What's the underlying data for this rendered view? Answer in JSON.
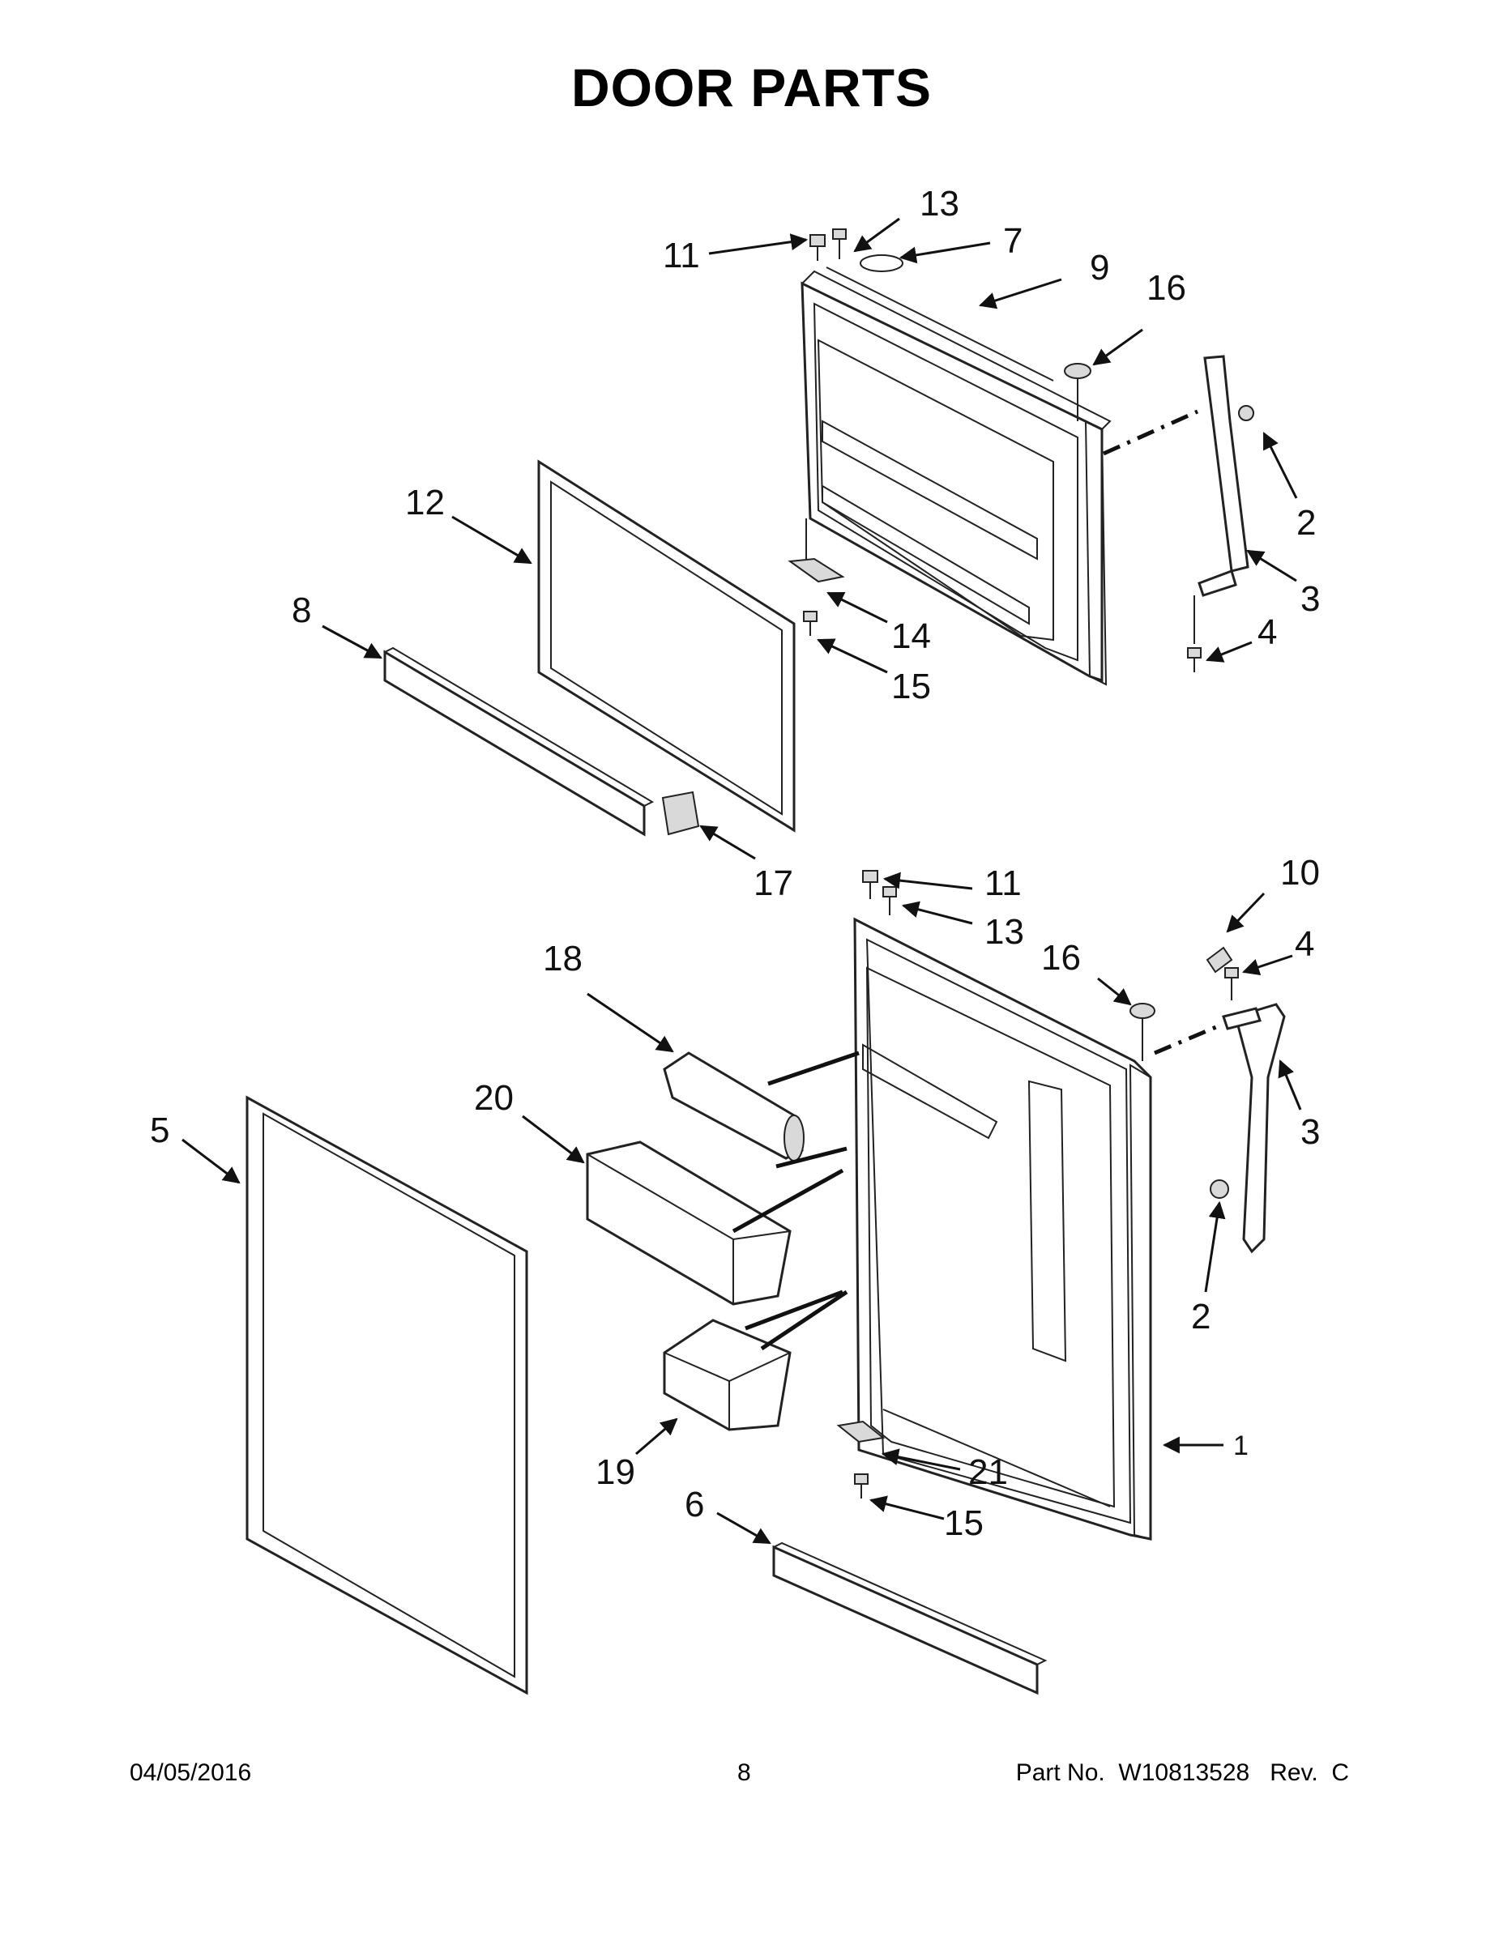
{
  "title": "DOOR PARTS",
  "callouts": {
    "c1": "1",
    "c2a": "2",
    "c2b": "2",
    "c3a": "3",
    "c3b": "3",
    "c4a": "4",
    "c4b": "4",
    "c5": "5",
    "c6": "6",
    "c7": "7",
    "c8": "8",
    "c9": "9",
    "c10": "10",
    "c11a": "11",
    "c11b": "11",
    "c12": "12",
    "c13a": "13",
    "c13b": "13",
    "c14": "14",
    "c15a": "15",
    "c15b": "15",
    "c16a": "16",
    "c16b": "16",
    "c17": "17",
    "c18": "18",
    "c19": "19",
    "c20": "20",
    "c21": "21"
  },
  "footer": {
    "date": "04/05/2016",
    "page": "8",
    "part_no": "Part No.  W10813528   Rev.  C"
  }
}
